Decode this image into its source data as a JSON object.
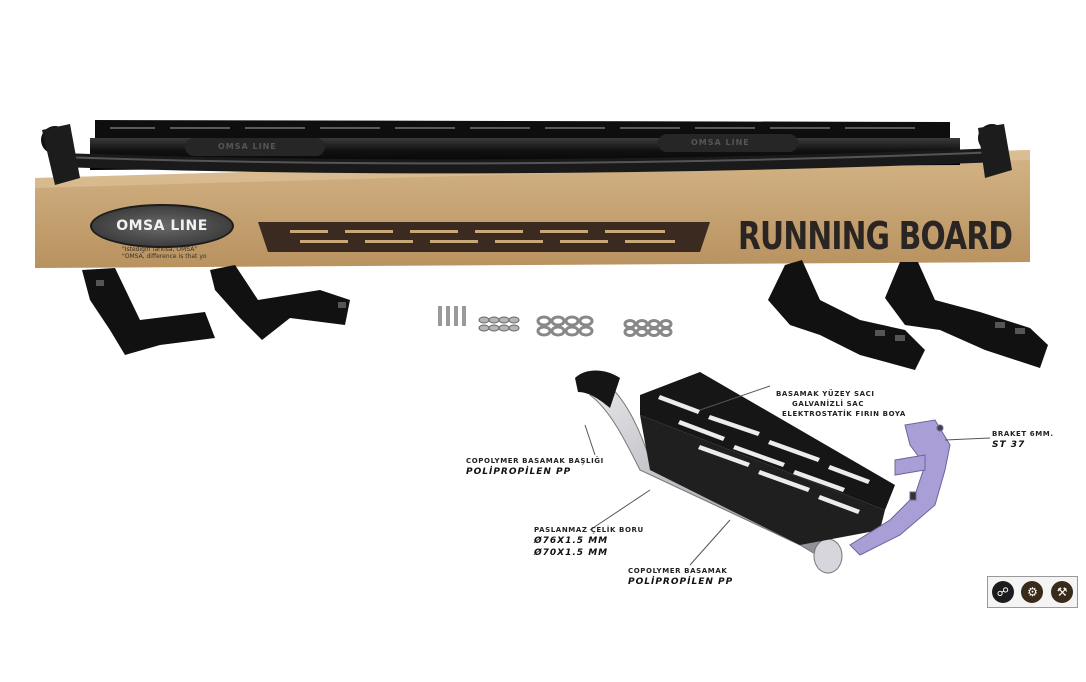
{
  "box": {
    "title": "RUNNING BOARD",
    "logo_text": "OMSA LINE",
    "slogan_line1": "\"Istediğin farkısa, OMSA\"",
    "slogan_line2": "\"OMSA, difference is that yo"
  },
  "rail_pad_text": "OMSA LINE",
  "labels": {
    "surface_sheet": "BASAMAK YÜZEY SACI",
    "galvanized": "GALVANİZLİ SAC",
    "electrostatic": "ELEKTROSTATİK FIRIN BOYA",
    "bracket": "BRAKET 6MM.",
    "bracket_material": "ST 37",
    "end_cap": "COPOLYMER BASAMAK BAŞLIĞI",
    "end_cap_material": "POLİPROPİLEN PP",
    "tube": "PASLANMAZ ÇELİK BORU",
    "tube_size1": "Ø76X1.5 MM",
    "tube_size2": "Ø70X1.5 MM",
    "step": "COPOLYMER BASAMAK",
    "step_material": "POLİPROPİLEN PP"
  },
  "icons": [
    "steering-wheel-icon",
    "pump-icon",
    "tools-icon"
  ],
  "colors": {
    "cardboard": "#c9a778",
    "rail": "#1a1a1a",
    "bracket_purple": "#a99fd6",
    "tube_silver": "#c8c8cc"
  }
}
